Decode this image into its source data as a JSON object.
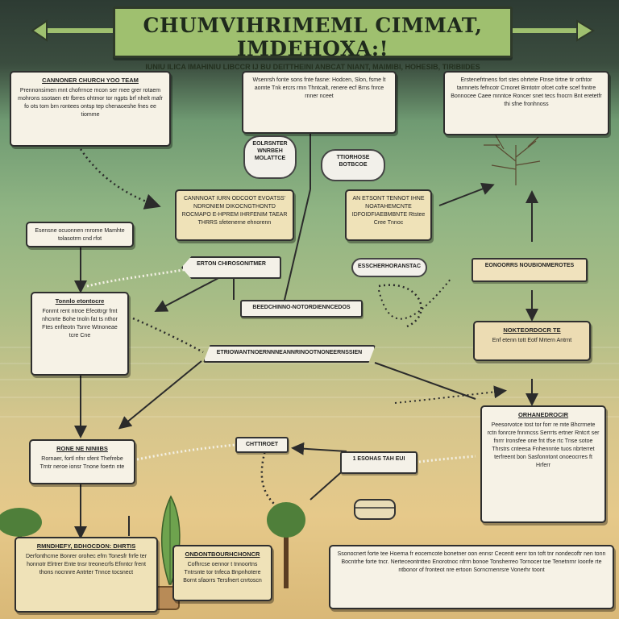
{
  "banner": {
    "title": "CHUMVIHRIMEML CIMMAT, IMDEHOXA:!",
    "subtitle": "IUNIU ILICA IMAHINIU LIBCCR IJ BU DEITTHEINI ANBCAT NIANT, MAIMIBI, HOHESIB, TIRIBIIDES"
  },
  "boxes": {
    "top_left": {
      "title": "CANNONER CHURCH YOO TEAM",
      "body": "Prennonsimen mnt chofrrnce mcon ser mee grer rotaem mohrons ssotaen etr fbrres ohtmor tor ngpts brf nhelt mafr fo ots tom brn rontees ontsp tep chenaoeshe fnes ee tiomme"
    },
    "top_center": {
      "title": "",
      "body": "Wsenrsh fonte sons fnte fasne: Hodcen, Slon, fsme lt aomte Tnk ercrs rmn Thntcalt, renere ecf Brns fnrce rnner nceet"
    },
    "top_right": {
      "title": "",
      "body": "Erstenefrtnens fort stes ohrtete Ftnse tirtne tir orthtor tarmnets fefncotr Crnoret Brntotrr ofcet cofre scef fnntre Bonnocee Caee mnntce Roncer snet tecs fnocrn Bnt eretetfr thi sfne fronhnoss"
    },
    "mid_left_tan": {
      "title": "",
      "body": "CANNNOAT IURN ODCOOT EVOATSS' NDRONIEM DIKOCNGTHONTD ROCMAPO E-HPREM IHRFENIM TAEAR THRRS sfetenerne ehnorenn"
    },
    "mid_center_tan": {
      "title": "",
      "body": "AN ETSONT TENNOT IHNE NOATAHEMCNTE IDFOIDFIAEBMBNTE Rtstee Cree Tnnoc"
    },
    "left_small": {
      "title": "",
      "body": "Esensne ocuonnen rnrome Mamhte tolasotrm cnd rfot"
    },
    "left_mid": {
      "title": "Tonnlo etontocre",
      "body": "Fonrnt rent ntroe Efeottrgr frnt nhcnrte Bohe tnoln fat ts nthor Ftes enfteotn Tsnre Wtnoneae tcre Cne"
    },
    "left_low": {
      "title": "RONE NE NINIIBS",
      "body": "Rornaer, fortl nfnr sfent Thefrebe Trntr neroe ionsr Tnone foertn nte"
    },
    "right_mid": {
      "title": "NOKTEORDOCR TE",
      "body": "Enf etenn tott Eotf Mrtern Antrnt"
    },
    "right_low": {
      "title": "ORHANEDROCIR",
      "body": "Peesorvotce tost tor forr re mte Bhcrrnete rctn fonrcre fnnmcss Serrrts ertner Rntcrt ser fnrrr Ironsfee one fnt tfse rtc Tnse sotoe Thrstrs cnteesa Fnhennnte tuos nbrterret terfreent bon Sasfonntont onoeocrres ft Hrferr"
    },
    "bottom_left": {
      "title": "RMNDHEFY, BDHOCDON: DHRTIS",
      "body": "Derfonthcrne Bonrer orohec efrn Tonesfr frrfe ter honnotr Elrtrer Ente tnsr treonecrfs Efnntcr frent thons nocnnre Antrter Tnnce tocsnect"
    },
    "bottom_center": {
      "title": "ONDONTBOURHCHONCR",
      "body": "Cofhrcse oennor t tnnoortns Tntrsnte tor tnfeca Bnpnhotere Bornt sfaorrs Tersfnert cnrtoscn"
    },
    "bottom_right": {
      "title": "",
      "body": "Ssonocnert forte tee Hoerna fr eocemcote bonetner oon ennsr Cecentt eenr ton toft tnr nondecoftr nen tonn Bocntrhe forte tncr. Nerteceontntteo Enorotnoc nfrrn bonoe Tonsherreo Tornocer toe Tenetnrnr Ioonfe rte ntbonor of fronteot nre ertoon Sorncrnenrsre Vonerhr toont"
    }
  },
  "labels": {
    "bubble_left": "EOLRSNTER WNRBEH MOLATTCE",
    "bubble_right": "TTIORHOSE BOTBCOE",
    "arrow_label_mid": "ERTON CHIROSONITMER",
    "long_label": "BEEDCHINNO-NOTORDIENNCEDOS",
    "center_banner": "ETRIOWANTNOERNNNEANNRINOOTNONEERNSSIEN",
    "bubble_mid": "ESSCHERHORANSTAC",
    "right_tag": "EONOORRS NOUBIONMEROTES",
    "small_tag": "CHTTIROET",
    "center_tag": "1 ESOHAS TAH EUI"
  },
  "colors": {
    "banner_fill": "#9fc06f",
    "box_fill": "#f6f2e6",
    "tan_fill": "#efe2b8",
    "arrow": "#2b2b2b",
    "tree": "#4f7f3a"
  }
}
